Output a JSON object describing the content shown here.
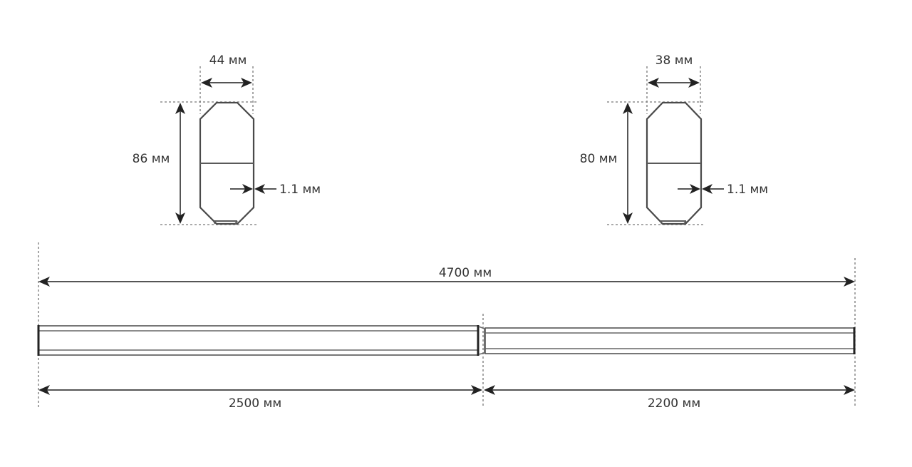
{
  "diagram": {
    "type": "telescopic pole dimensions",
    "profile_large": {
      "width_label": "44 мм",
      "height_label": "86 мм",
      "wall_label": "1.1 мм"
    },
    "profile_small": {
      "width_label": "38 мм",
      "height_label": "80 мм",
      "wall_label": "1.1 мм"
    },
    "pole": {
      "total_length_label": "4700 мм",
      "section1_length_label": "2500 мм",
      "section2_length_label": "2200 мм"
    },
    "colors": {
      "line": "#4a4a4a",
      "arrow": "#222222",
      "dashed": "#777777",
      "text": "#333333",
      "background": "#ffffff"
    }
  }
}
